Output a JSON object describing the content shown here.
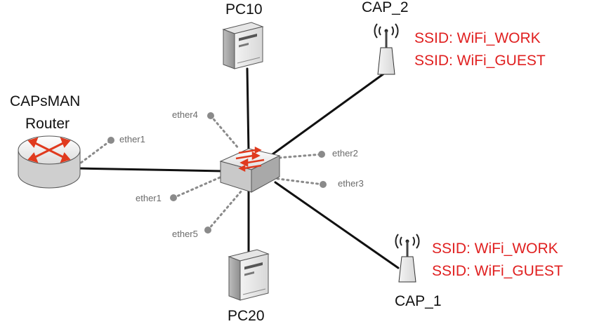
{
  "nodes": {
    "router": {
      "label_line1": "CAPsMAN",
      "label_line2": "Router",
      "icon": "router-icon"
    },
    "switch": {
      "icon": "switch-icon"
    },
    "pc10": {
      "label": "PC10",
      "icon": "server-icon"
    },
    "pc20": {
      "label": "PC20",
      "icon": "server-icon"
    },
    "cap2": {
      "label": "CAP_2",
      "icon": "access-point-icon",
      "ssids": [
        "SSID: WiFi_WORK",
        "SSID: WiFi_GUEST"
      ]
    },
    "cap1": {
      "label": "CAP_1",
      "icon": "access-point-icon",
      "ssids": [
        "SSID: WiFi_WORK",
        "SSID: WiFi_GUEST"
      ]
    }
  },
  "ports": {
    "router_ether1": "ether1",
    "switch_ether1": "ether1",
    "switch_ether2": "ether2",
    "switch_ether3": "ether3",
    "switch_ether4": "ether4",
    "switch_ether5": "ether5"
  },
  "colors": {
    "ssid": "#e02020",
    "link": "#111111",
    "port_dots": "#8a8a8a",
    "router_arrows": "#e03a1e"
  }
}
